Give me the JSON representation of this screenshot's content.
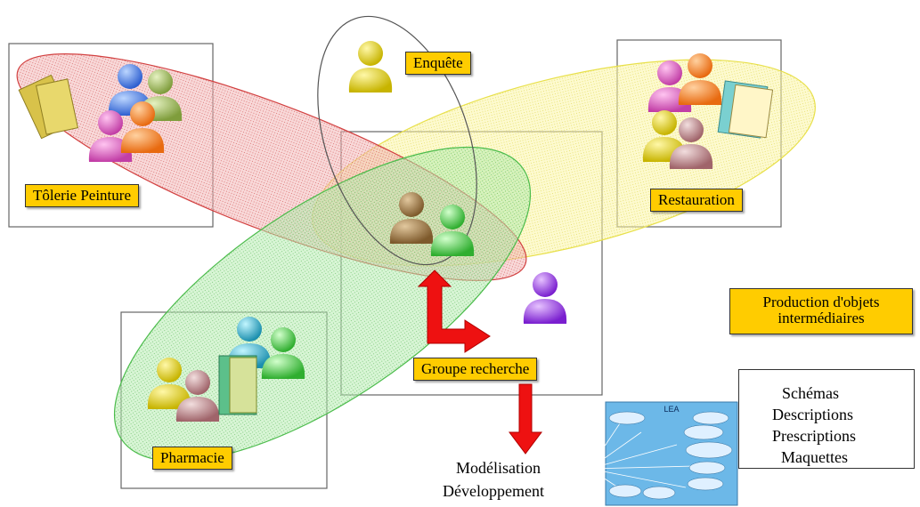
{
  "labels": {
    "enquete": "Enquête",
    "tolerie": "Tôlerie Peinture",
    "restauration": "Restauration",
    "groupe": "Groupe recherche",
    "pharmacie": "Pharmacie",
    "modelisation": "Modélisation",
    "developpement": "Développement",
    "production_line1": "Production d'objets",
    "production_line2": "intermédiaires"
  },
  "outputs": [
    "Schémas",
    "Descriptions",
    "Prescriptions",
    "Maquettes"
  ],
  "thumbnail": {
    "title": "LEA"
  },
  "colors": {
    "label_fill": "#ffcc00",
    "red_ellipse": "#e34a4a",
    "yellow_ellipse": "#f5ef6a",
    "green_ellipse": "#52c74a",
    "arrow": "#ee1111"
  },
  "icons": [
    "person-group-icon",
    "notepad-icon",
    "book-icon",
    "person-icon",
    "arrow-icon"
  ]
}
